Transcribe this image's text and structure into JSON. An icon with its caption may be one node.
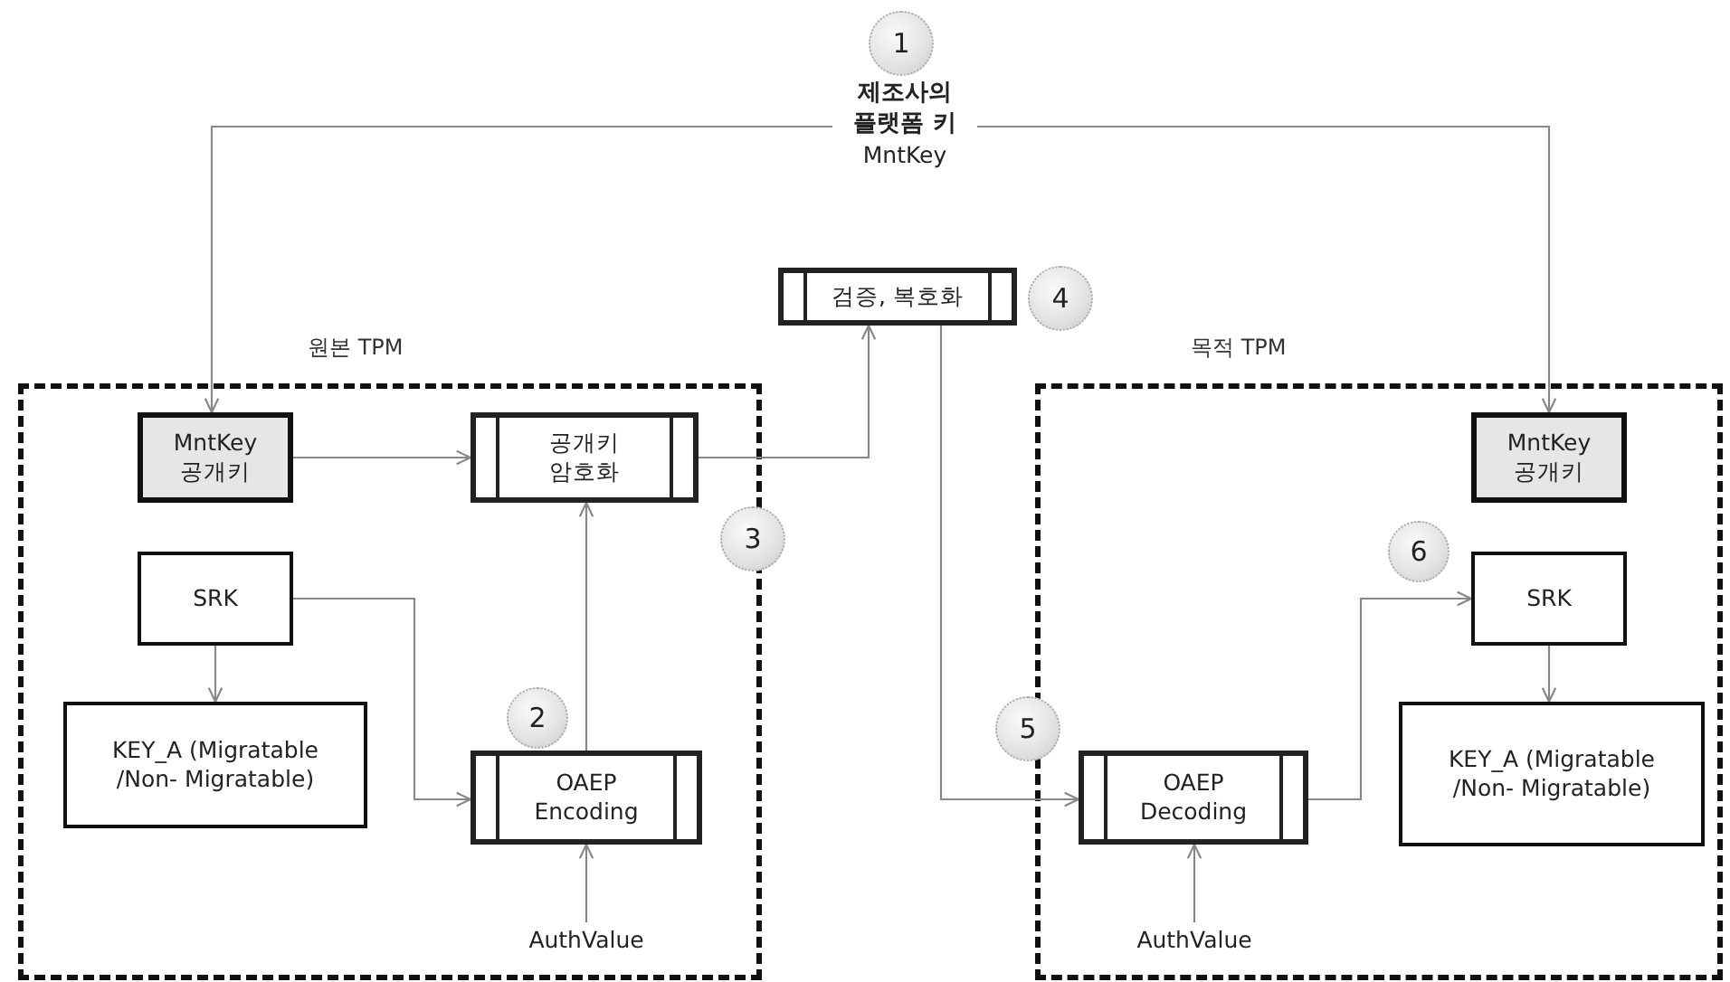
{
  "diagram": {
    "nodes": [
      {
        "text": [
          "원본 TPM"
        ]
      },
      {
        "text": [
          "목적 TPM"
        ]
      },
      {
        "text": [
          "제조사의 플랫폼 키",
          "MntKey"
        ]
      },
      {
        "text": [
          "검증, 복호화"
        ]
      },
      {
        "text": [
          "MntKey 공개키"
        ],
        "in": 0
      },
      {
        "text": [
          "공개키 암호화"
        ],
        "in": 0
      },
      {
        "text": [
          "SRK"
        ],
        "in": 0
      },
      {
        "text": [
          "KEY_A (Migratable /Non- Migratable)"
        ],
        "in": 0
      },
      {
        "text": [
          "OAEP Encoding"
        ],
        "in": 0
      },
      {
        "text": [
          "AuthValue"
        ],
        "in": 0
      },
      {
        "text": [
          "OAEP Decoding"
        ],
        "in": 1
      },
      {
        "text": [
          "MntKey 공개키"
        ],
        "in": 1
      },
      {
        "text": [
          "SRK"
        ],
        "in": 1
      },
      {
        "text": [
          "KEY_A (Migratable /Non- Migratable)"
        ],
        "in": 1
      },
      {
        "text": [
          "AuthValue"
        ],
        "in": 1
      },
      {
        "text": [
          "1"
        ]
      },
      {
        "text": [
          "2"
        ],
        "in": 0
      },
      {
        "text": [
          "3"
        ]
      },
      {
        "text": [
          "4"
        ]
      },
      {
        "text": [
          "5"
        ]
      },
      {
        "text": [
          "6"
        ],
        "in": 1
      }
    ],
    "edges": [
      {
        "from": 2,
        "to": 4,
        "arrow": "to"
      },
      {
        "from": 2,
        "to": 11,
        "arrow": "to"
      },
      {
        "from": 4,
        "to": 5,
        "arrow": "to"
      },
      {
        "from": 5,
        "to": 3,
        "arrow": "to"
      },
      {
        "from": 3,
        "to": 10,
        "arrow": "to"
      },
      {
        "from": 6,
        "to": 7,
        "arrow": "to"
      },
      {
        "from": 6,
        "to": 8,
        "arrow": "to"
      },
      {
        "from": 9,
        "to": 8,
        "arrow": "to"
      },
      {
        "from": 8,
        "to": 5,
        "arrow": "to"
      },
      {
        "from": 10,
        "to": 12,
        "arrow": "to"
      },
      {
        "from": 12,
        "to": 13,
        "arrow": "to"
      },
      {
        "from": 14,
        "to": 10,
        "arrow": "to"
      }
    ]
  }
}
